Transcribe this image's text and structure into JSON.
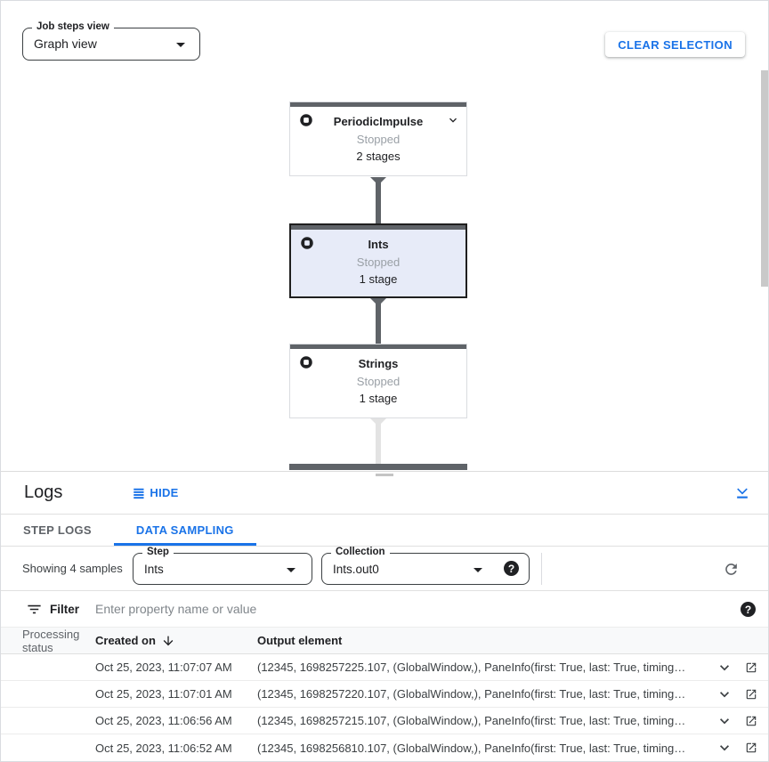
{
  "header": {
    "job_steps_view_label": "Job steps view",
    "job_steps_view_value": "Graph view",
    "clear_selection_label": "CLEAR SELECTION"
  },
  "graph": {
    "nodes": [
      {
        "name": "PeriodicImpulse",
        "status": "Stopped",
        "stages": "2 stages",
        "selected": false
      },
      {
        "name": "Ints",
        "status": "Stopped",
        "stages": "1 stage",
        "selected": true
      },
      {
        "name": "Strings",
        "status": "Stopped",
        "stages": "1 stage",
        "selected": false
      }
    ]
  },
  "logs": {
    "title": "Logs",
    "hide_label": "HIDE",
    "tabs": {
      "step_logs": "STEP LOGS",
      "data_sampling": "DATA SAMPLING",
      "active": "DATA SAMPLING"
    },
    "showing_text": "Showing 4 samples",
    "step_label": "Step",
    "step_value": "Ints",
    "collection_label": "Collection",
    "collection_value": "Ints.out0",
    "filter_label": "Filter",
    "filter_placeholder": "Enter property name or value",
    "table": {
      "columns": {
        "status": "Processing status",
        "created": "Created on",
        "output": "Output element"
      },
      "rows": [
        {
          "created": "Oct 25, 2023, 11:07:07 AM",
          "output": "(12345, 1698257225.107, (GlobalWindow,), PaneInfo(first: True, last: True, timing…"
        },
        {
          "created": "Oct 25, 2023, 11:07:01 AM",
          "output": "(12345, 1698257220.107, (GlobalWindow,), PaneInfo(first: True, last: True, timing…"
        },
        {
          "created": "Oct 25, 2023, 11:06:56 AM",
          "output": "(12345, 1698257215.107, (GlobalWindow,), PaneInfo(first: True, last: True, timing…"
        },
        {
          "created": "Oct 25, 2023, 11:06:52 AM",
          "output": "(12345, 1698256810.107, (GlobalWindow,), PaneInfo(first: True, last: True, timing…"
        }
      ]
    }
  },
  "colors": {
    "accent_blue": "#1a73e8",
    "node_top_bar": "#5f6368",
    "selected_node_bg": "#e7ebf8",
    "status_text": "#9aa0a6",
    "edge_dark": "#5f6368",
    "edge_light": "#e3e3e3"
  }
}
